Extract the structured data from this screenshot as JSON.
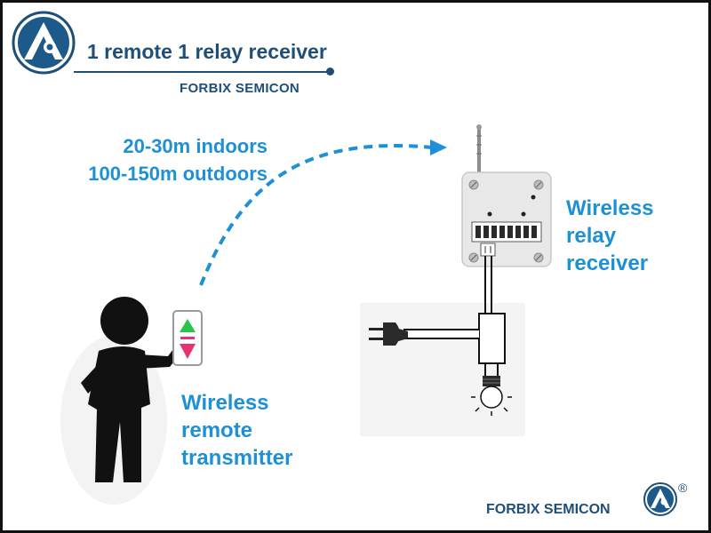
{
  "header": {
    "title": "1 remote 1 relay receiver",
    "brand": "FORBIX SEMICON"
  },
  "range": {
    "indoor": "20-30m indoors",
    "outdoor": "100-150m outdoors"
  },
  "labels": {
    "receiver": [
      "Wireless",
      "relay",
      "receiver"
    ],
    "transmitter": [
      "Wireless",
      "remote",
      "transmitter"
    ]
  },
  "footer": {
    "brand": "FORBIX SEMICON",
    "registered_mark": "®"
  },
  "colors": {
    "brand_navy": "#1d4f7a",
    "label_blue": "#1e90d6",
    "signal_arrow": "#1e90d6",
    "up_button": "#25c64a",
    "down_button": "#e8336c"
  },
  "icons": [
    "forbix-logo-icon",
    "person-icon",
    "remote-control-icon",
    "relay-module-icon",
    "antenna-icon",
    "power-plug-icon",
    "light-bulb-icon",
    "signal-arrow-icon"
  ]
}
